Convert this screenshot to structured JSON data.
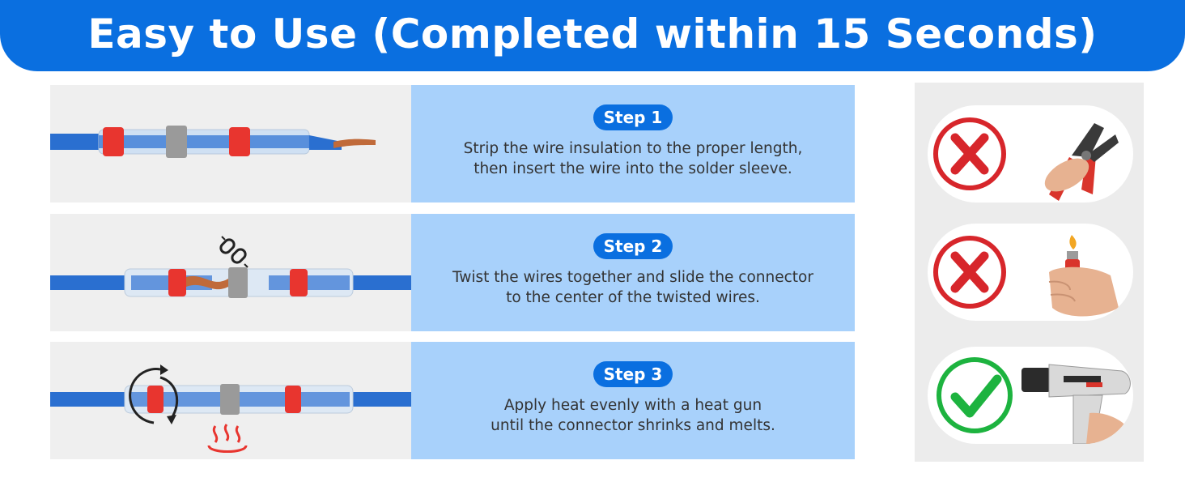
{
  "header": {
    "title": "Easy to Use (Completed within 15 Seconds)"
  },
  "steps": [
    {
      "label": "Step 1",
      "line1": "Strip the wire insulation to the proper length,",
      "line2": "then insert the wire into the solder sleeve."
    },
    {
      "label": "Step 2",
      "line1": "Twist the wires together and slide the connector",
      "line2": "to the center of the twisted wires."
    },
    {
      "label": "Step 3",
      "line1": "Apply heat evenly with a heat gun",
      "line2": "until the connector shrinks and melts."
    }
  ],
  "tools": [
    {
      "name": "pliers",
      "status": "not-allowed",
      "mark_icon": "red-cross-icon"
    },
    {
      "name": "lighter",
      "status": "not-allowed",
      "mark_icon": "red-cross-icon"
    },
    {
      "name": "heat-gun",
      "status": "recommended",
      "mark_icon": "green-check-icon"
    }
  ],
  "colors": {
    "brand_blue": "#0a6fe0",
    "panel_blue": "#a8d1fb",
    "wire_blue": "#2a6fd0",
    "sleeve_red": "#e8352f",
    "check_green": "#1db33f",
    "cross_red": "#d7262b"
  }
}
